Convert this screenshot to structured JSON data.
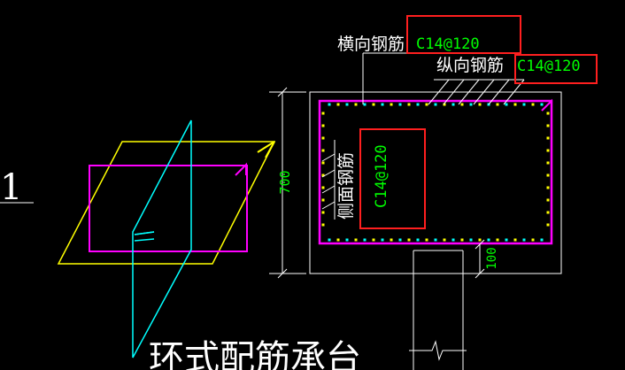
{
  "labels": {
    "horizontal_rebar": "横向钢筋",
    "horizontal_spec": "C14@120",
    "longitudinal_rebar": "纵向钢筋",
    "longitudinal_spec": "C14@120",
    "side_rebar": "侧面钢筋",
    "side_spec": "C14@120",
    "dim_height": "700",
    "dim_bottom": "100",
    "section_number": "1",
    "title": "环式配筋承台"
  },
  "colors": {
    "background": "#000000",
    "outline": "#ffffff",
    "rebar_main": "#ff00ff",
    "rebar_dots": "#ffff00",
    "rebar_ties": "#00ffff",
    "dimension": "#00ff00",
    "spec_text": "#00ff00",
    "plan_rhombus": "#ffff00",
    "plan_rect": "#ff00ff",
    "plan_line": "#00ffff",
    "highlight_box": "#ff1f1f"
  }
}
